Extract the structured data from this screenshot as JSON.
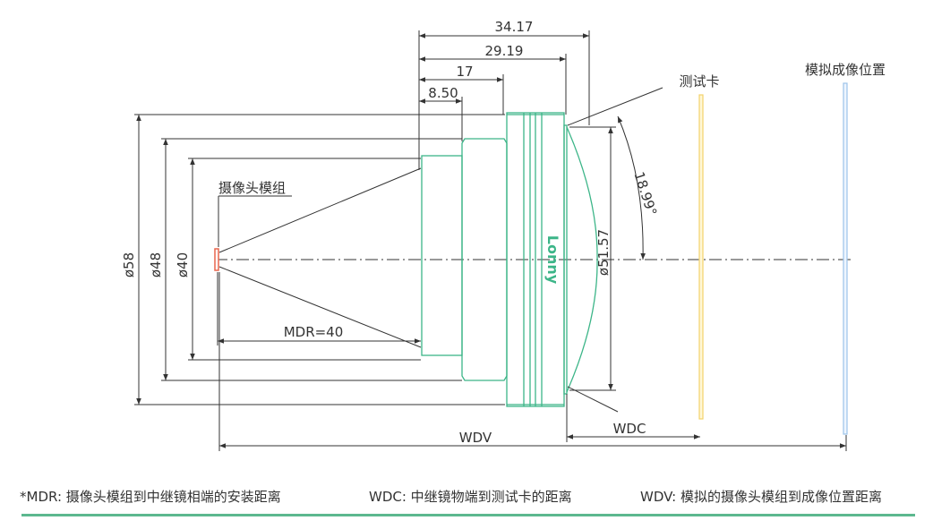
{
  "dimensions": {
    "len_total": "34.17",
    "len_body": "29.19",
    "len_front": "17",
    "len_step": "8.50",
    "dia_outer": "ø58",
    "dia_mid": "ø48",
    "dia_inner": "ø40",
    "dia_lens": "ø51.57",
    "angle": "18.99°",
    "mdr": "MDR=40",
    "wdc": "WDC",
    "wdv": "WDV"
  },
  "labels": {
    "camera_module": "摄像头模组",
    "test_card": "测试卡",
    "virtual_image": "模拟成像位置",
    "brand": "Lonny"
  },
  "footer": {
    "mdr": "*MDR: 摄像头模组到中继镜相端的安装距离",
    "wdc": "WDC: 中继镜物端到测试卡的距离",
    "wdv": "WDV: 模拟的摄像头模组到成像位置距离"
  },
  "colors": {
    "lens_outline": "#3cb588",
    "test_card": "#f2d36b",
    "virtual_image": "#9cc3e8",
    "sensor": "#e8674e",
    "line": "#333333",
    "footer_rule": "#5cb88f"
  }
}
